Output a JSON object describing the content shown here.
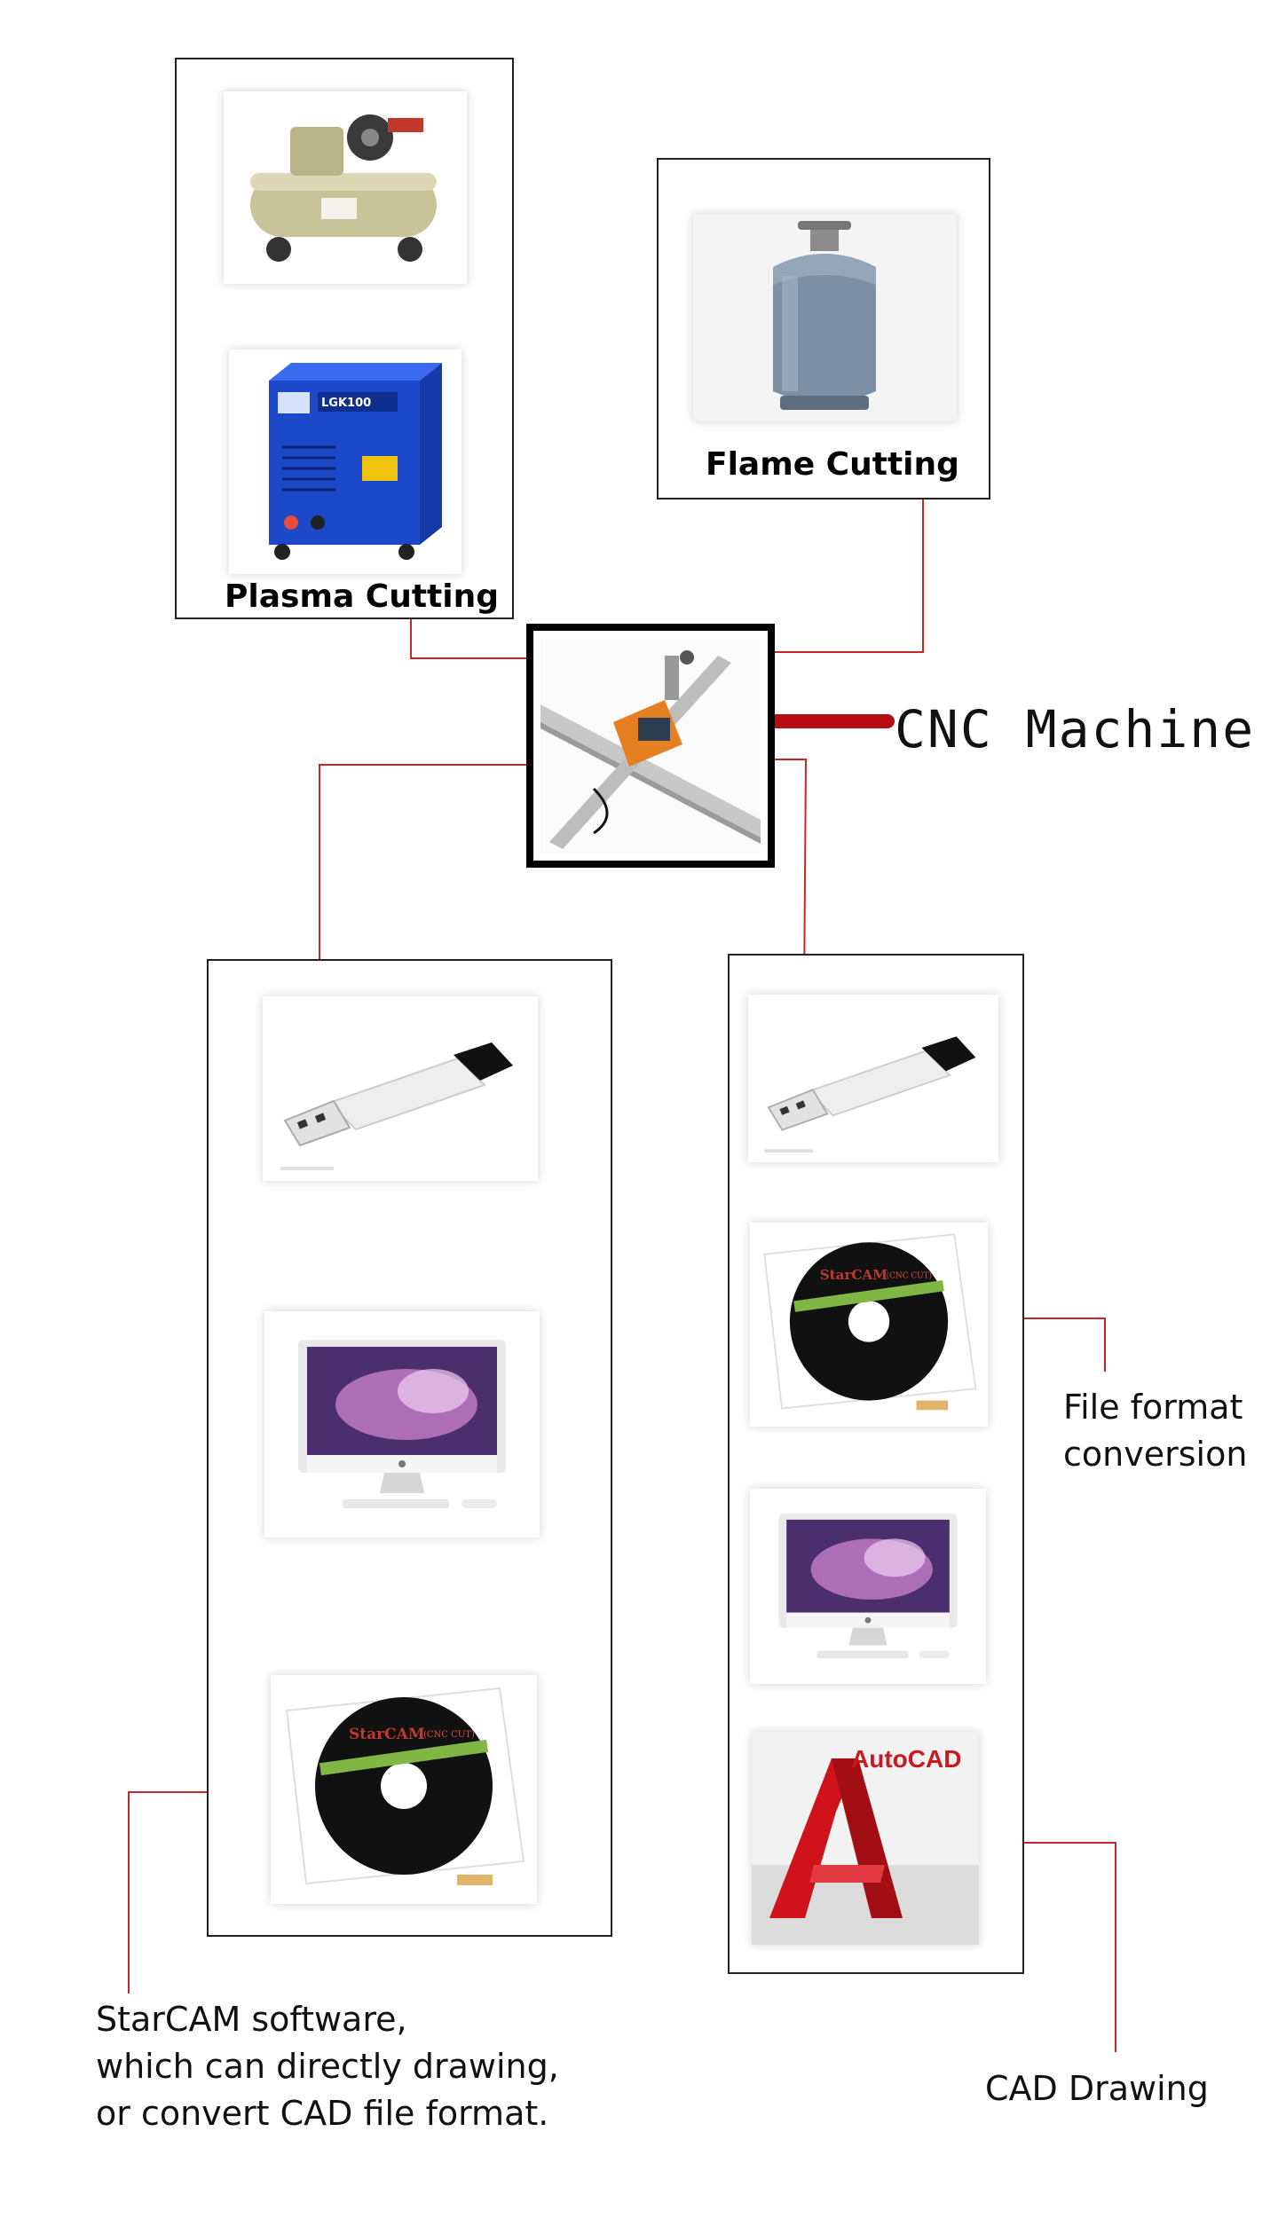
{
  "labels": {
    "plasma": "Plasma Cutting",
    "flame": "Flame Cutting",
    "cnc": "CNC Machine",
    "file_format": [
      "File format",
      "conversion"
    ],
    "starcam_note": [
      "StarCAM software,",
      "which can directly drawing,",
      "or convert CAD file format."
    ],
    "cad_drawing": "CAD Drawing",
    "autocad_brand": "AutoCAD",
    "starcam_brand": "StarCAM",
    "starcam_sub": "(CNC CUT)"
  },
  "icons": [
    "air-compressor-icon",
    "plasma-power-supply-icon",
    "gas-cylinder-icon",
    "cnc-machine-icon",
    "usb-drive-icon",
    "computer-monitor-icon",
    "starcam-disc-icon",
    "autocad-logo-icon"
  ],
  "colors": {
    "arrow": "#b50d12",
    "wire": "#c8262b",
    "frame": "#222222"
  }
}
